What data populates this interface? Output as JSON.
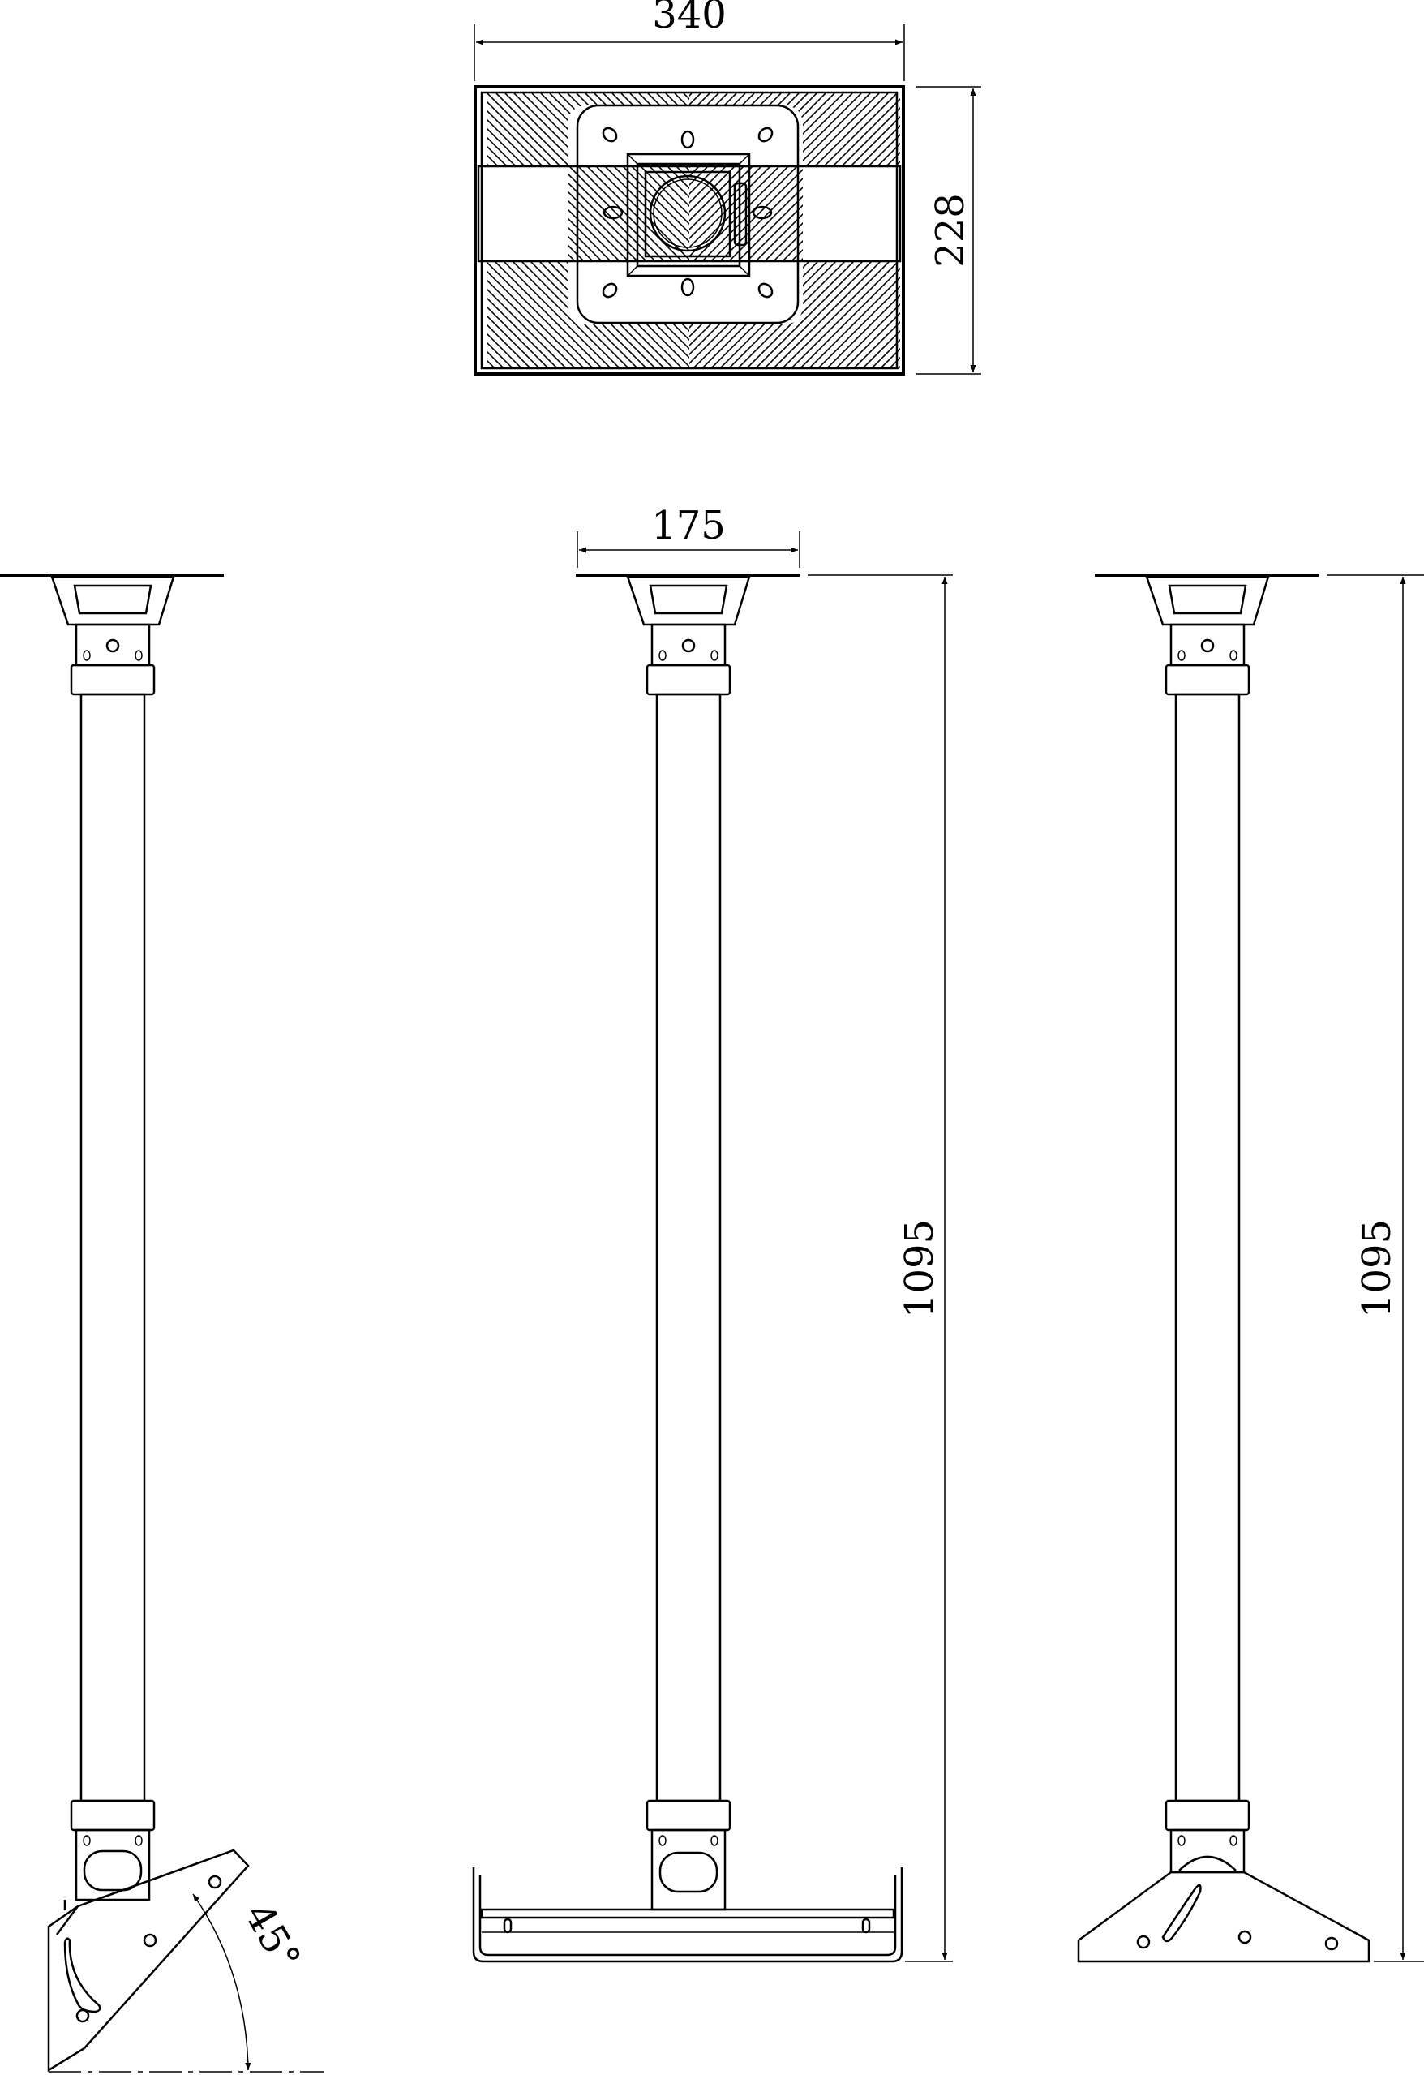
{
  "dimensions": {
    "top_width": "340",
    "top_height": "228",
    "plate_width": "175",
    "height_front": "1095",
    "height_side": "1095",
    "tilt_angle": "45°"
  }
}
